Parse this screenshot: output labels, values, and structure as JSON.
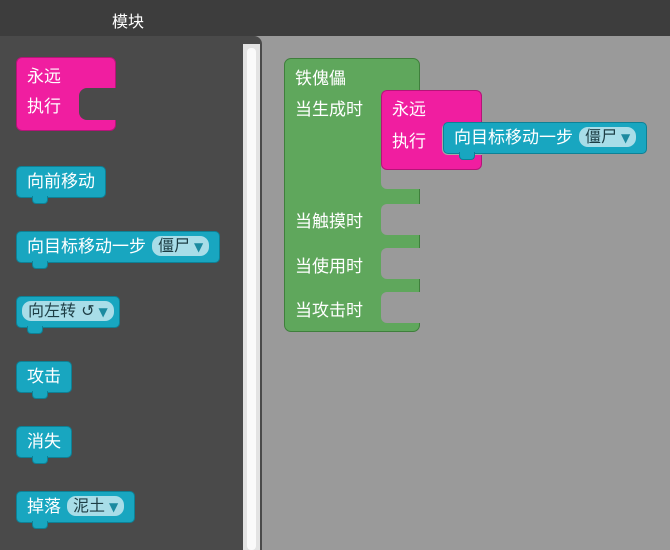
{
  "header": {
    "title": "模块"
  },
  "palette": {
    "forever": {
      "line1": "永远",
      "line2": "执行"
    },
    "move_forward": "向前移动",
    "move_toward": {
      "label": "向目标移动一步",
      "option": "僵尸"
    },
    "turn": {
      "label": "向左转 ↺"
    },
    "attack": "攻击",
    "vanish": "消失",
    "drop": {
      "label": "掉落",
      "option": "泥土"
    }
  },
  "workspace": {
    "golem": {
      "title": "铁傀儡",
      "on_spawn": "当生成时",
      "on_touch": "当触摸时",
      "on_use": "当使用时",
      "on_attack": "当攻击时"
    },
    "forever": {
      "line1": "永远",
      "line2": "执行"
    },
    "move_toward": {
      "label": "向目标移动一步",
      "option": "僵尸"
    }
  },
  "colors": {
    "event": "#5fa75c",
    "loop": "#f01ea0",
    "action": "#18a6c0"
  }
}
